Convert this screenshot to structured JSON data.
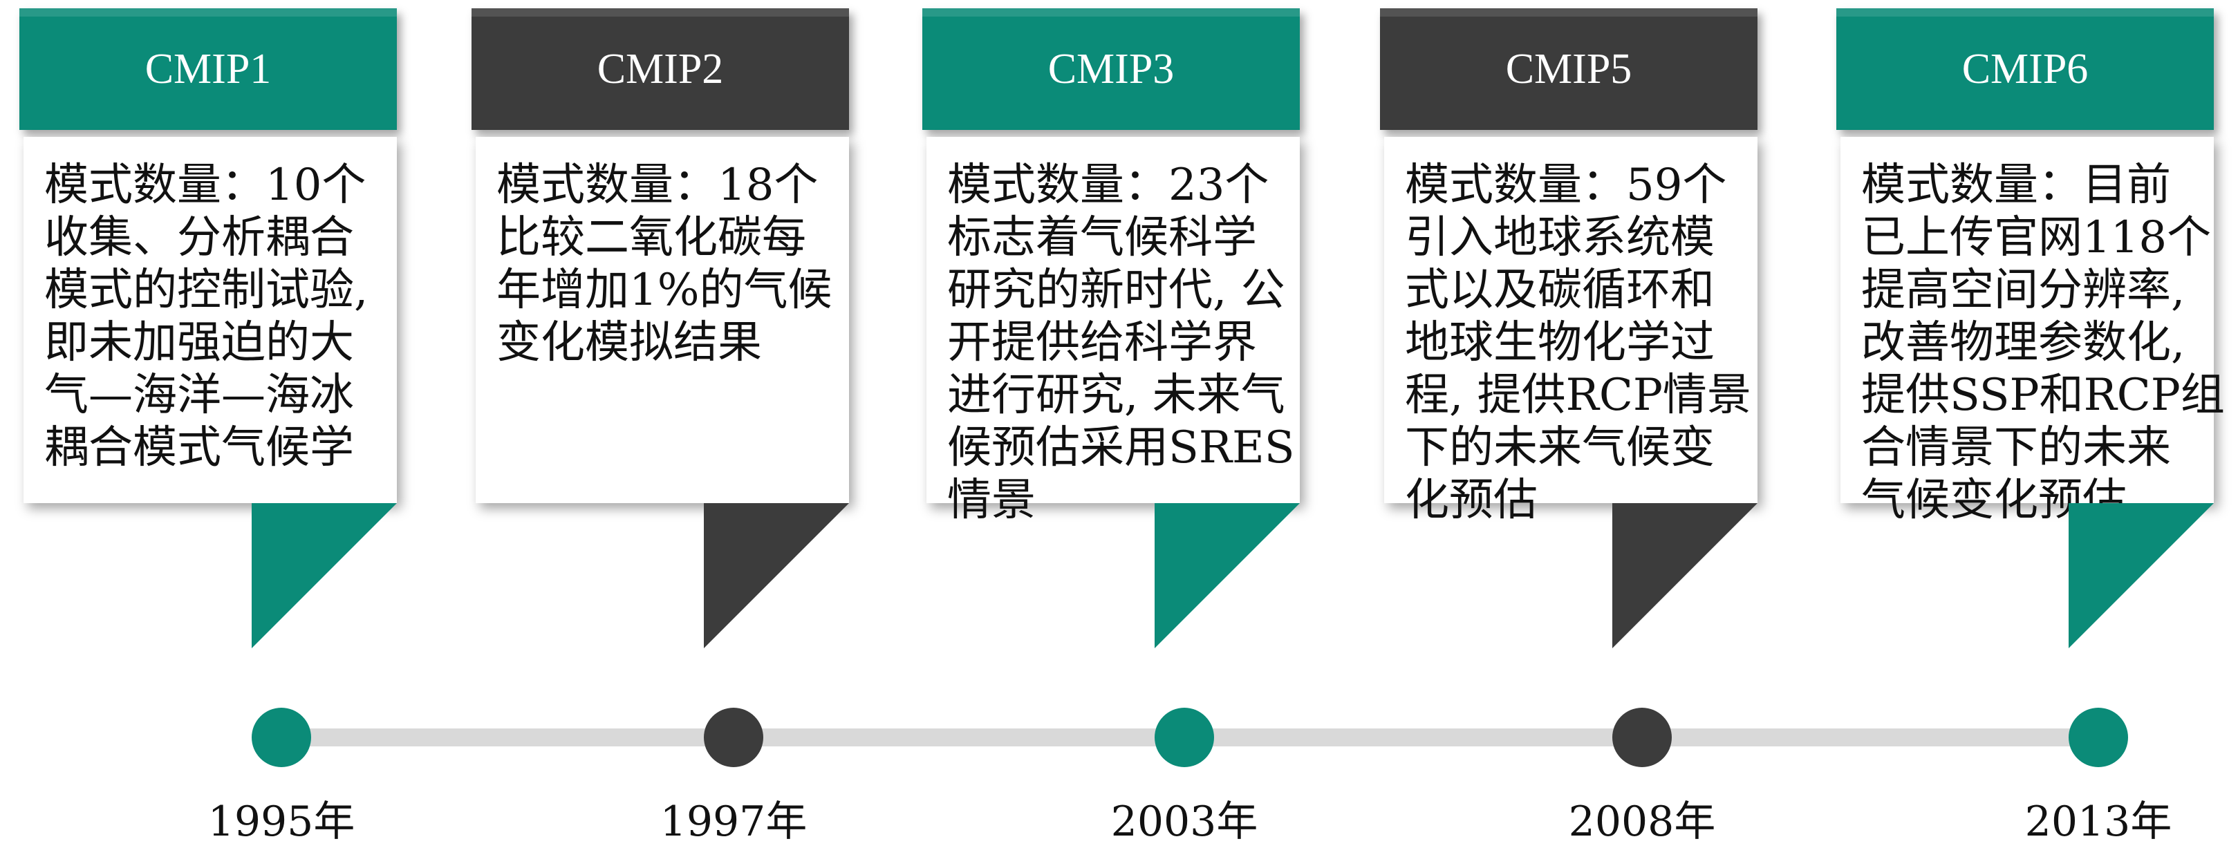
{
  "colors": {
    "teal": "#0b8b78",
    "dark": "#3c3c3c",
    "line": "#d9d9d9"
  },
  "phases": [
    {
      "label": "CMIP1",
      "year": "1995年",
      "color": "teal",
      "lines": [
        "模式数量：10个",
        "收集、分析耦合",
        "模式的控制试验,",
        "即未加强迫的大",
        "气—海洋—海冰",
        "耦合模式气候学"
      ]
    },
    {
      "label": "CMIP2",
      "year": "1997年",
      "color": "dark",
      "lines": [
        "模式数量：18个",
        "比较二氧化碳每",
        "年增加1%的气候",
        "变化模拟结果"
      ]
    },
    {
      "label": "CMIP3",
      "year": "2003年",
      "color": "teal",
      "lines": [
        "模式数量：23个",
        "标志着气候科学",
        "研究的新时代, 公",
        "开提供给科学界",
        "进行研究, 未来气",
        "候预估采用SRES",
        "情景"
      ]
    },
    {
      "label": "CMIP5",
      "year": "2008年",
      "color": "dark",
      "lines": [
        "模式数量：59个",
        "引入地球系统模",
        "式以及碳循环和",
        "地球生物化学过",
        "程, 提供RCP情景",
        "下的未来气候变",
        "化预估"
      ]
    },
    {
      "label": "CMIP6",
      "year": "2013年",
      "color": "teal",
      "lines": [
        "模式数量：目前",
        "已上传官网118个",
        "提高空间分辨率,",
        "改善物理参数化,",
        "提供SSP和RCP组",
        "合情景下的未来",
        "气候变化预估"
      ]
    }
  ]
}
